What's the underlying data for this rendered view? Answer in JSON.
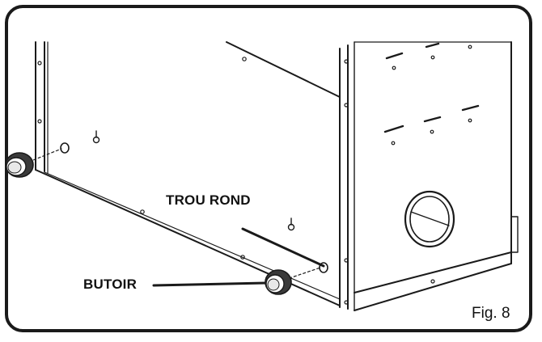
{
  "labels": {
    "trou_rond": "TROU ROND",
    "butoir": "BUTOIR",
    "figure": "Fig. 8"
  },
  "colors": {
    "ink": "#1a1a1a",
    "panel": "#ffffff",
    "shade": "#e8e8e8",
    "bumper": "#3a3a3a"
  }
}
